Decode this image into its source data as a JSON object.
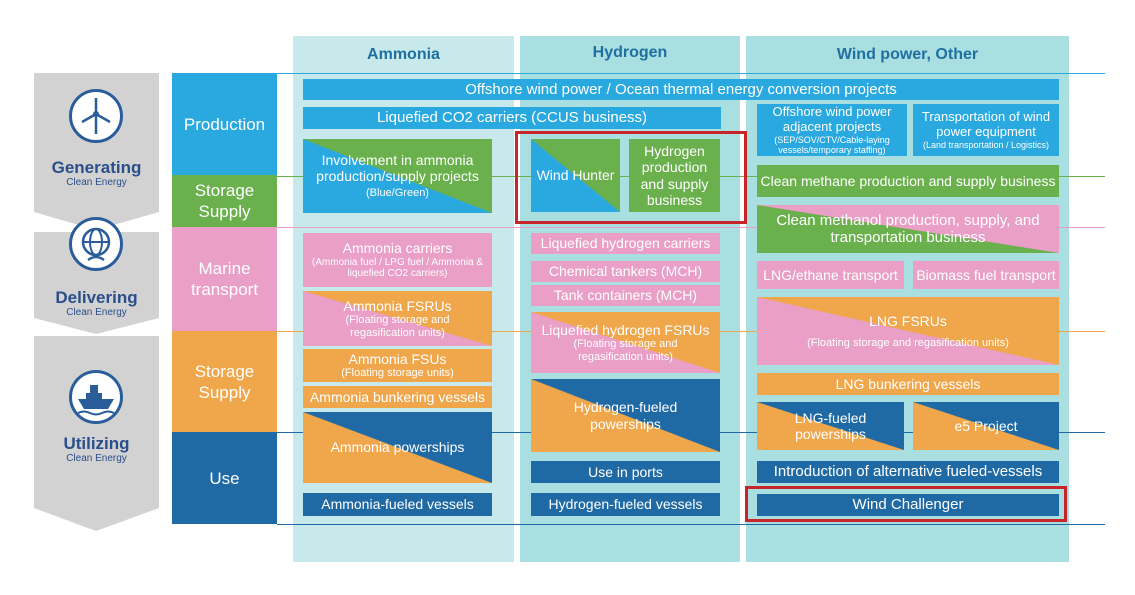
{
  "columns": [
    "Ammonia",
    "Hydrogen",
    "Wind power, Other"
  ],
  "stages": [
    {
      "title": "Generating",
      "sub": "Clean Energy",
      "icon": "wind-turbine-icon"
    },
    {
      "title": "Delivering",
      "sub": "Clean Energy",
      "icon": "globe-icon"
    },
    {
      "title": "Utilizing",
      "sub": "Clean Energy",
      "icon": "ship-icon"
    }
  ],
  "categories": [
    "Production",
    "Storage Supply",
    "Marine transport",
    "Storage Supply",
    "Use"
  ],
  "wide": {
    "offshore": "Offshore wind power / Ocean thermal energy conversion projects",
    "ccus": "Liquefied CO2 carriers (CCUS business)"
  },
  "ammonia": {
    "involvement": "Involvement in ammonia production/supply projects",
    "involvement_sub": "(Blue/Green)",
    "carriers": "Ammonia carriers",
    "carriers_sub": "(Ammonia fuel / LPG fuel / Ammonia & liquefied CO2 carriers)",
    "fsrus": "Ammonia FSRUs",
    "fsrus_sub": "(Floating storage and regasification units)",
    "fsus": "Ammonia FSUs",
    "fsus_sub": "(Floating storage units)",
    "bunkering": "Ammonia bunkering vessels",
    "powerships": "Ammonia powerships",
    "fueled": "Ammonia-fueled vessels"
  },
  "hydrogen": {
    "wind_hunter": "Wind Hunter",
    "production": "Hydrogen production and supply business",
    "carriers": "Liquefied hydrogen carriers",
    "tankers": "Chemical tankers (MCH)",
    "tanks": "Tank containers (MCH)",
    "fsrus": "Liquefied hydrogen FSRUs",
    "fsrus_sub": "(Floating storage and regasification units)",
    "powerships": "Hydrogen-fueled powerships",
    "ports": "Use in ports",
    "fueled": "Hydrogen-fueled vessels"
  },
  "wind": {
    "adjacent": "Offshore wind power adjacent projects",
    "adjacent_sub": "(SEP/SOV/CTV/Cable-laying vessels/temporary staffing)",
    "transport_equip": "Transportation of wind power equipment",
    "transport_equip_sub": "(Land transportation / Logistics)",
    "methane": "Clean methane production and supply business",
    "methanol": "Clean methanol production, supply, and transportation business",
    "lng_ethane": "LNG/ethane transport",
    "biomass": "Biomass fuel transport",
    "lng_fsrus": "LNG FSRUs",
    "lng_fsrus_sub": "(Floating storage and regasification units)",
    "lng_bunkering": "LNG bunkering vessels",
    "lng_powerships": "LNG-fueled powerships",
    "e5": "e5 Project",
    "alt_fuel": "Introduction of alternative fueled-vessels",
    "challenger": "Wind Challenger"
  },
  "colors": {
    "production": "#29a9e0",
    "storage_green": "#6ab04c",
    "marine": "#e99fc6",
    "storage_orange": "#f0a64a",
    "use": "#1f6aa5",
    "highlight": "#c8252b"
  }
}
